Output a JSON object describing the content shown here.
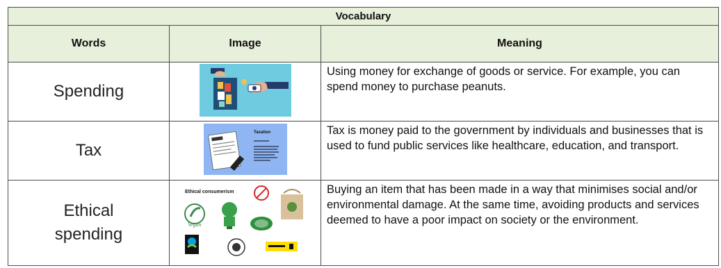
{
  "table": {
    "title": "Vocabulary",
    "headers": {
      "words": "Words",
      "image": "Image",
      "meaning": "Meaning"
    },
    "rows": [
      {
        "word": "Spending",
        "image_icon": "shopping-bag-and-money-icon",
        "meaning": "Using money for exchange of goods or service. For example, you can spend money to purchase peanuts."
      },
      {
        "word": "Tax",
        "image_icon": "taxation-document-icon",
        "image_title": "Taxation",
        "meaning": "Tax is money paid to the government by individuals and businesses that is used to fund public services like healthcare, education, and transport."
      },
      {
        "word_line1": "Ethical",
        "word_line2": "spending",
        "image_icon": "ethical-consumerism-logos-icon",
        "image_title": "Ethical consumerism",
        "meaning": "Buying an item that has been made in a way that minimises social and/or environmental damage. At the same time, avoiding products and services deemed to have a poor impact on society or the environment."
      }
    ]
  },
  "colors": {
    "header_bg": "#e7f0db",
    "border": "#4a4a4a",
    "spending_bg": "#6ecbe0",
    "tax_bg": "#8fb6f2"
  }
}
